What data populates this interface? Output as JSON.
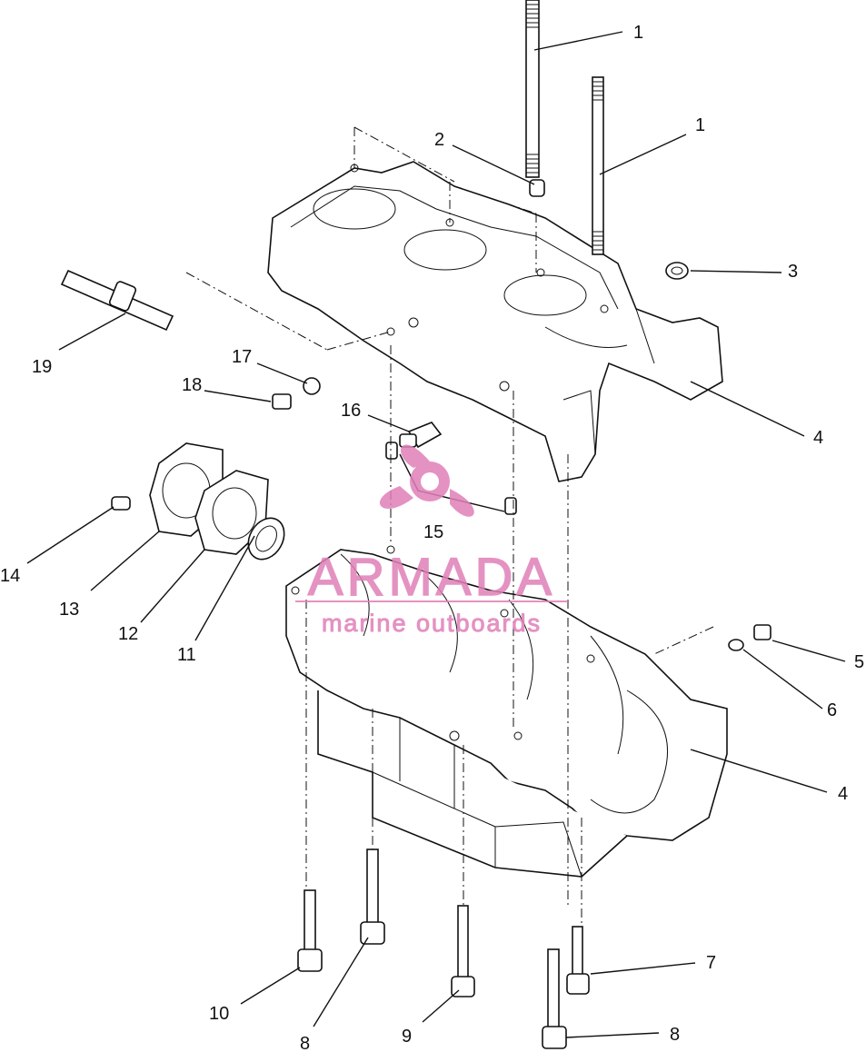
{
  "diagram": {
    "labels": {
      "l1a": "1",
      "l1b": "1",
      "l2": "2",
      "l3": "3",
      "l4a": "4",
      "l4b": "4",
      "l5": "5",
      "l6": "6",
      "l7": "7",
      "l8a": "8",
      "l8b": "8",
      "l9": "9",
      "l10": "10",
      "l11": "11",
      "l12": "12",
      "l13": "13",
      "l14": "14",
      "l15": "15",
      "l16": "16",
      "l17": "17",
      "l18": "18",
      "l19": "19"
    }
  },
  "watermark": {
    "brand": "ARMADA",
    "tagline": "marine outboards",
    "color": "#e080b8"
  }
}
